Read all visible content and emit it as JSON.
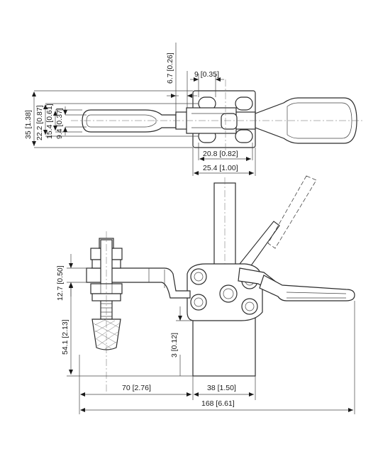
{
  "dimensions": {
    "hole_offset": "6.7 [0.26]",
    "hole_width": "9 [0.35]",
    "overall_height": "35 [1.38]",
    "hole_span": "22.2 [0.87]",
    "handle_span": "15.4 [0.61]",
    "slot_span": "9.4 [0.37]",
    "base_width": "20.8 [0.82]",
    "base_length": "25.4 [1.00]",
    "spindle_height": "12.7 [0.50]",
    "reach_height": "54.1 [2.13]",
    "base_thickness": "3 [0.12]",
    "reach": "70 [2.76]",
    "base_depth": "38 [1.50]",
    "overall_length": "168 [6.61]"
  }
}
